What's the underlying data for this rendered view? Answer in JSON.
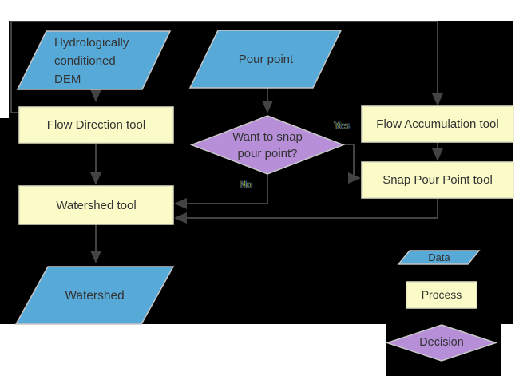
{
  "colors": {
    "page_bg": "#ffffff",
    "canvas_bg": "#000000",
    "data_fill": "#57a9d8",
    "process_fill": "#fbfbc8",
    "decision_fill": "#b78fd9",
    "connector": "#434343",
    "label_text": "#333333"
  },
  "nodes": {
    "dem": {
      "label": "Hydrologically conditioned DEM",
      "type": "data"
    },
    "pour_point": {
      "label": "Pour point",
      "type": "data"
    },
    "flow_direction": {
      "label": "Flow Direction tool",
      "type": "process"
    },
    "decision": {
      "label": "Want to snap pour point?",
      "type": "decision"
    },
    "flow_accumulation": {
      "label": "Flow Accumulation tool",
      "type": "process"
    },
    "snap_pour_point": {
      "label": "Snap Pour Point tool",
      "type": "process"
    },
    "watershed_tool": {
      "label": "Watershed tool",
      "type": "process"
    },
    "watershed": {
      "label": "Watershed",
      "type": "data"
    }
  },
  "edge_labels": {
    "yes": "Yes",
    "no": "No"
  },
  "legend": {
    "data": "Data",
    "process": "Process",
    "decision": "Decision"
  }
}
